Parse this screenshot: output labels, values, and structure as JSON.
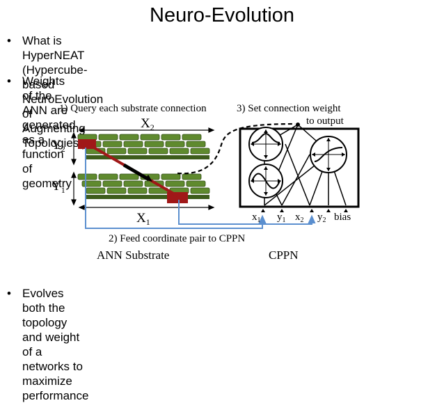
{
  "slide": {
    "title": "Neuro-Evolution",
    "bullets": [
      {
        "marker": "•",
        "lines": [
          "What is HyperNEAT (Hypercube-based NeuroEvolution of",
          "Augmenting Topologies )?"
        ]
      },
      {
        "marker": "•",
        "lines": [
          "Weights of the ANN are generated as a function of geometry"
        ]
      },
      {
        "marker": "•",
        "lines": [
          "Evolves both the topology and weight of a networks to maximize",
          "performance"
        ]
      }
    ]
  },
  "diagram": {
    "step1": "1) Query each substrate connection",
    "step3_line1": "3) Set connection weight",
    "step3_line2": "to output",
    "step2": "2) Feed coordinate pair to CPPN",
    "x2": "X",
    "x2_sub": "2",
    "x1": "X",
    "x1_sub": "1",
    "y2": "Y",
    "y2_sub": "2",
    "y1": "Y",
    "y1_sub": "1",
    "inputs": [
      {
        "base": "x",
        "sub": "1"
      },
      {
        "base": "y",
        "sub": "1"
      },
      {
        "base": "x",
        "sub": "2"
      },
      {
        "base": "y",
        "sub": "2"
      },
      {
        "base": "bias",
        "sub": ""
      }
    ],
    "ann_label": "ANN Substrate",
    "cppn_label": "CPPN",
    "colors": {
      "green": "#5f8a2e",
      "red": "#a01818",
      "blue": "#5b8fcf"
    }
  }
}
